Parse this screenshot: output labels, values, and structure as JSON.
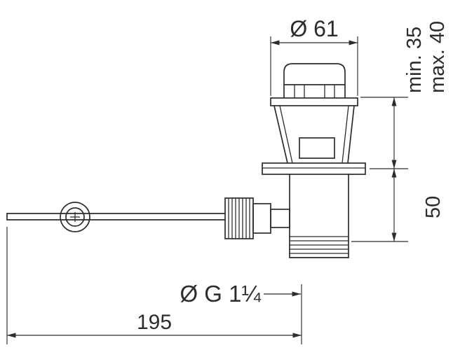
{
  "drawing": {
    "background": "#ffffff",
    "line_color": "#2c2c2c",
    "labels": {
      "top_diameter": "Ø 61",
      "min_height": "min. 35",
      "max_height": "max. 40",
      "lower_depth": "50",
      "thread_size": "Ø G 1¼",
      "overall_length": "195"
    }
  }
}
